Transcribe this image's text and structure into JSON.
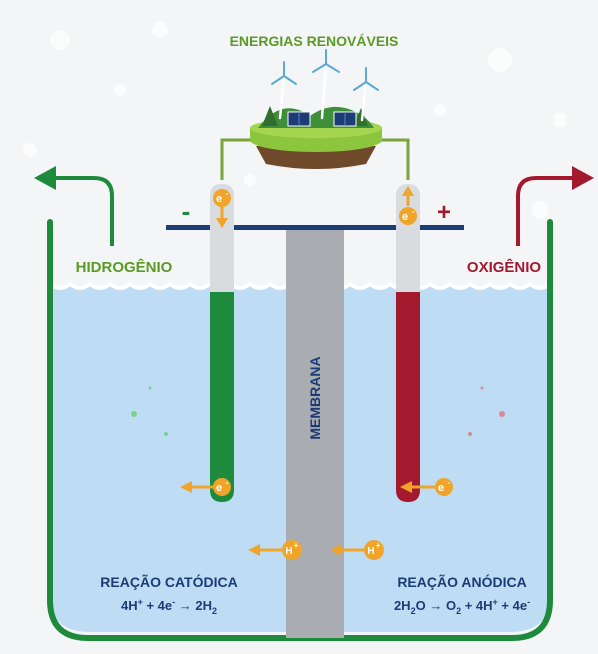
{
  "title": "ENERGIAS RENOVÁVEIS",
  "left_label": "HIDROGÊNIO",
  "right_label": "OXIGÊNIO",
  "membrane_label": "MEMBRANA",
  "cathode_sign": "-",
  "anode_sign": "+",
  "electron_symbol": "e",
  "electron_charge": "-",
  "proton_symbol": "H",
  "proton_charge": "+",
  "cathodic": {
    "title": "REAÇÃO CATÓDICA",
    "eq": {
      "a": "4H",
      "a_sup": "+",
      "b": " + 4e",
      "b_sup": "-",
      "arrow": " → ",
      "c": "2H",
      "c_sub": "2"
    }
  },
  "anodic": {
    "title": "REAÇÃO ANÓDICA",
    "eq": {
      "a": "2H",
      "a_sub": "2",
      "b": "O",
      "arrow": " → ",
      "c": "O",
      "c_sub": "2",
      "d": " + 4H",
      "d_sup": "+",
      "e": " + 4e",
      "e_sup": "-"
    }
  },
  "colors": {
    "green": "#1e8a3c",
    "red": "#a3192e",
    "navy": "#1b3c75",
    "orange": "#f0a52a",
    "water": "#bfdcf5",
    "membrane": "#a9acb0",
    "title_green": "#5b9a23"
  }
}
